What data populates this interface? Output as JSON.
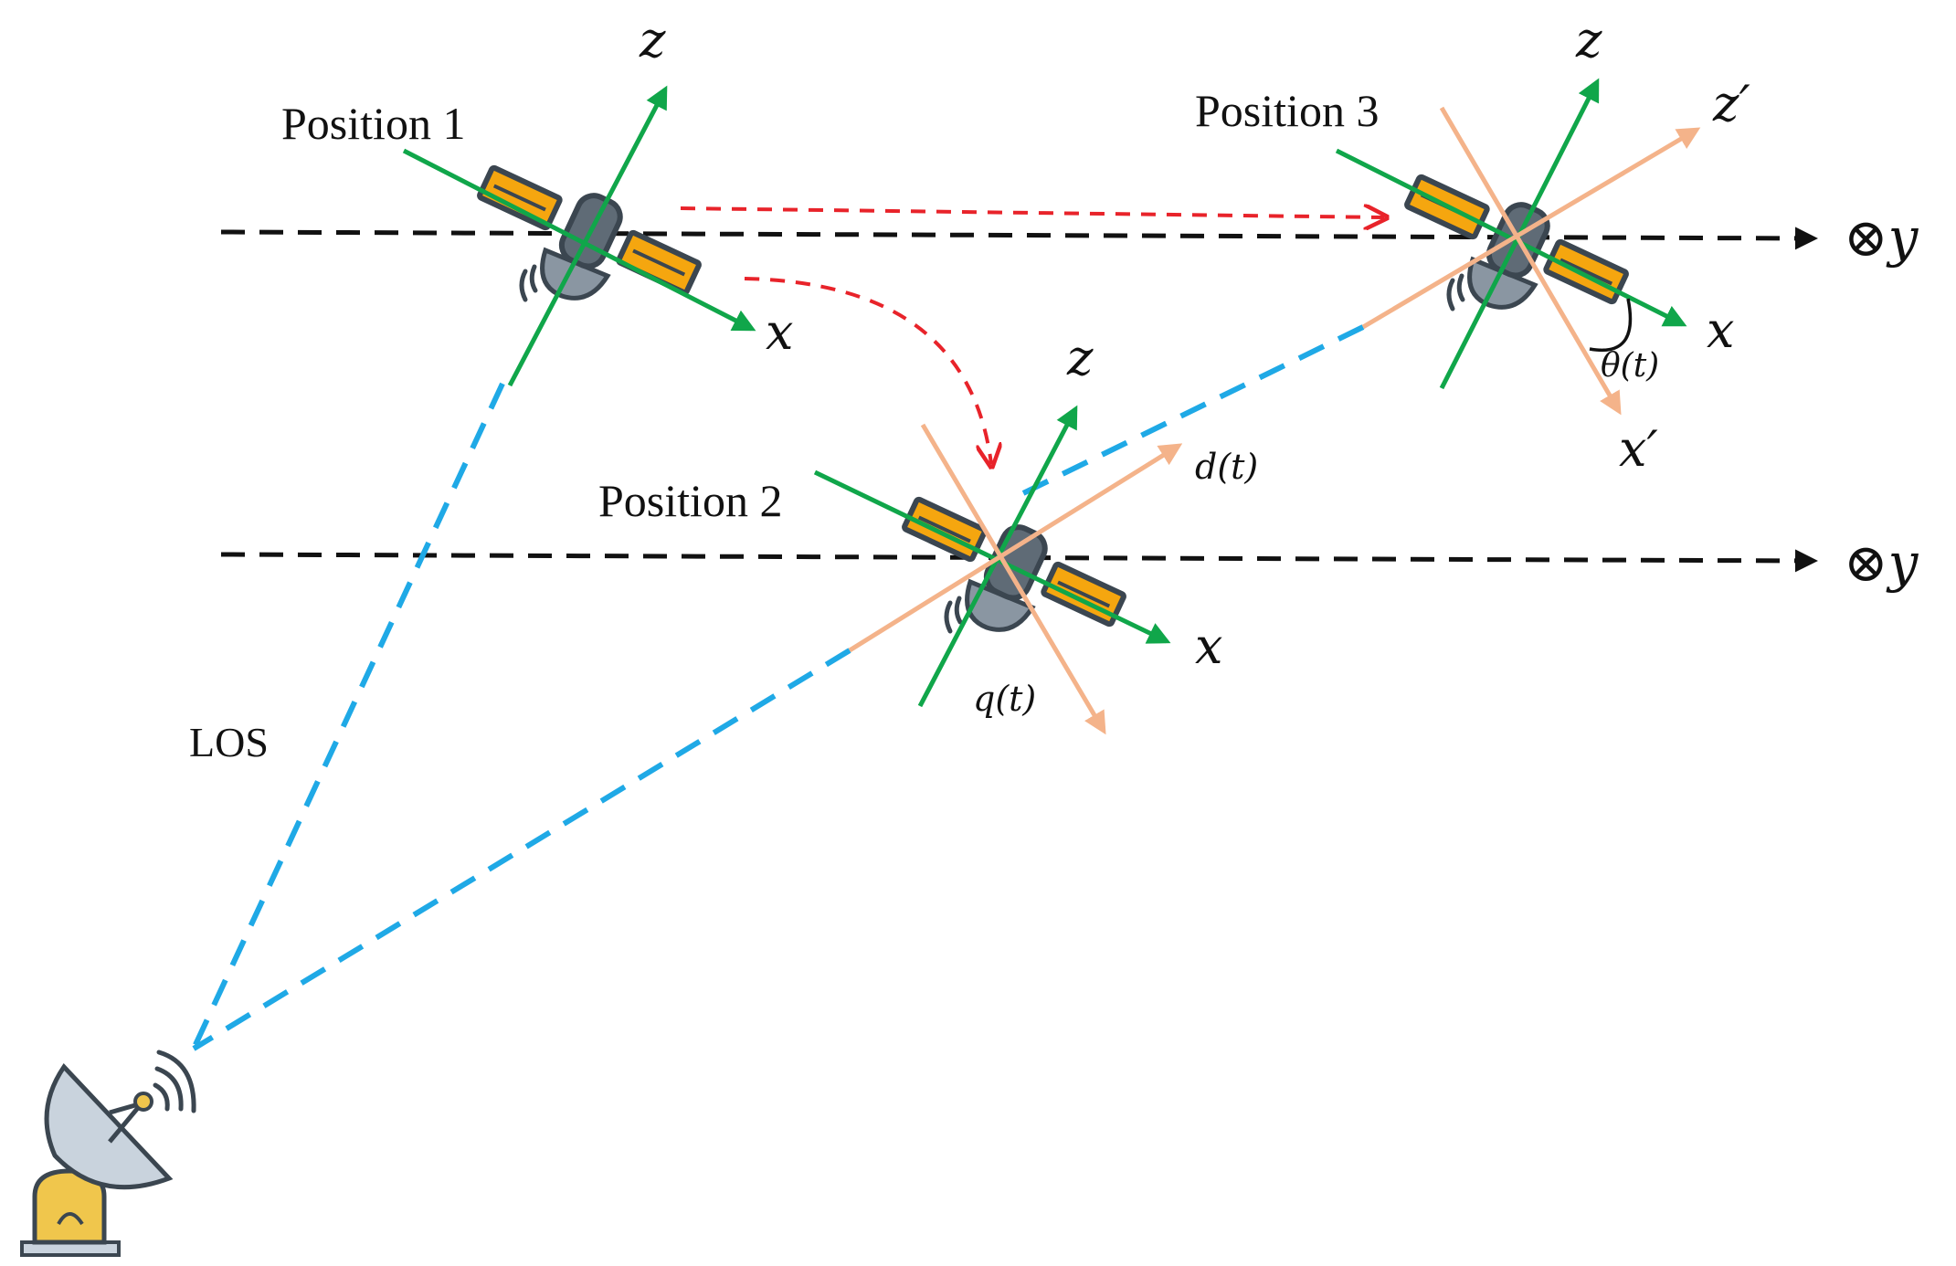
{
  "colors": {
    "green": "#10a64a",
    "peach": "#f4b38a",
    "los": "#1fa9e6",
    "red": "#e8232a",
    "black": "#111111",
    "panel": "#f5a60f",
    "body": "#5f6b76",
    "dish": "#c9d3dd",
    "pedestal": "#f0c64c"
  },
  "labels": {
    "pos1": "Position 1",
    "pos2": "Position 2",
    "pos3": "Position 3",
    "los": "LOS",
    "z": "z",
    "x": "x",
    "zprime": "z′",
    "xprime": "x′",
    "y_axis": "⊗y",
    "d_t": "d(t)",
    "q_t": "q(t)",
    "theta_t": "θ(t)"
  },
  "icons": {
    "satellite": "satellite-icon",
    "ground_station": "satellite-dish-icon",
    "out_of_plane": "circled-times-icon"
  }
}
